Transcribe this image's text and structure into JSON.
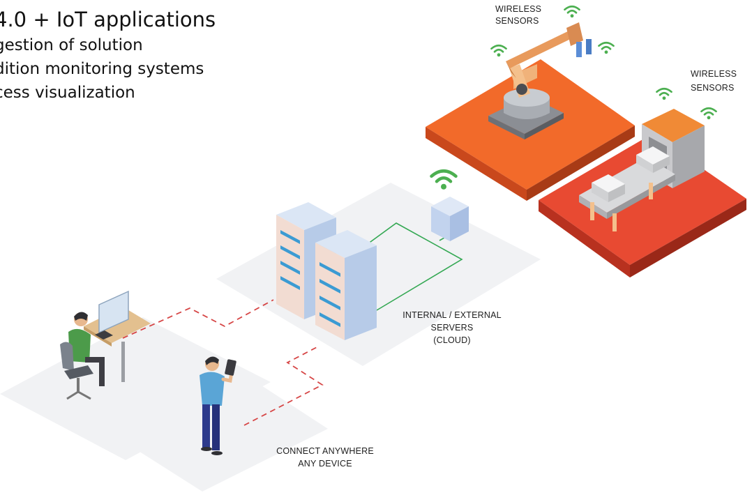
{
  "heading": {
    "title": "4.0 + IoT applications",
    "lines": [
      "gestion of solution",
      "dition monitoring systems",
      "cess visualization"
    ]
  },
  "labels": {
    "sensors_top": [
      "WIRELESS",
      "SENSORS"
    ],
    "sensors_right": [
      "WIRELESS",
      "SENSORS"
    ],
    "servers": [
      "INTERNAL / EXTERNAL",
      "SERVERS",
      "(CLOUD)"
    ],
    "connect": [
      "CONNECT ANYWHERE",
      "ANY DEVICE"
    ]
  },
  "colors": {
    "platform_orange": "#ee5a24",
    "platform_red": "#e03a2a",
    "network_line": "#34a853",
    "wifi": "#4caf50",
    "dashed_link": "#d64545",
    "server_blue": "#b8cdea",
    "shadow": "#f1f2f4"
  },
  "icons": [
    "wifi-icon",
    "server-rack-icon",
    "robot-arm-icon",
    "conveyor-icon",
    "person-icon",
    "tablet-icon",
    "monitor-icon"
  ]
}
